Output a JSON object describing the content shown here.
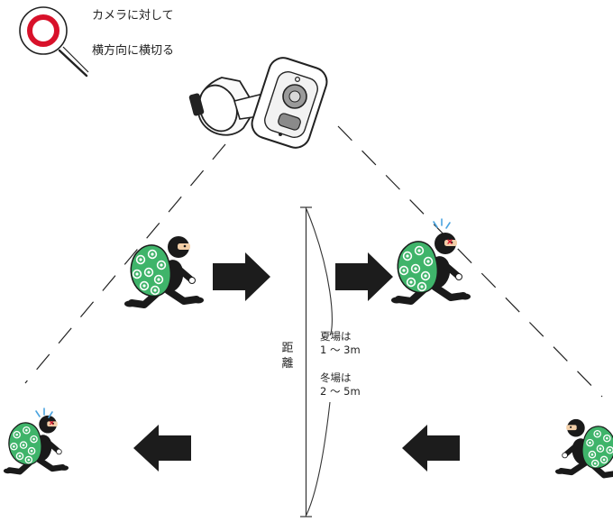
{
  "callout": {
    "line1": "カメラに対して",
    "line2": "横方向に横切る",
    "icon": "magnifier-circle-icon"
  },
  "distance": {
    "label_chars": [
      "距",
      "離"
    ],
    "summer_label": "夏場は",
    "summer_range": "1 〜 3m",
    "winter_label": "冬場は",
    "winter_range": "2 〜 5m"
  },
  "colors": {
    "accent_red": "#d8112a",
    "bag_green": "#3fb46a",
    "thief_black": "#1a1a1a",
    "arrow_dark": "#1c1c1c",
    "sweat_blue": "#4aa3df"
  }
}
